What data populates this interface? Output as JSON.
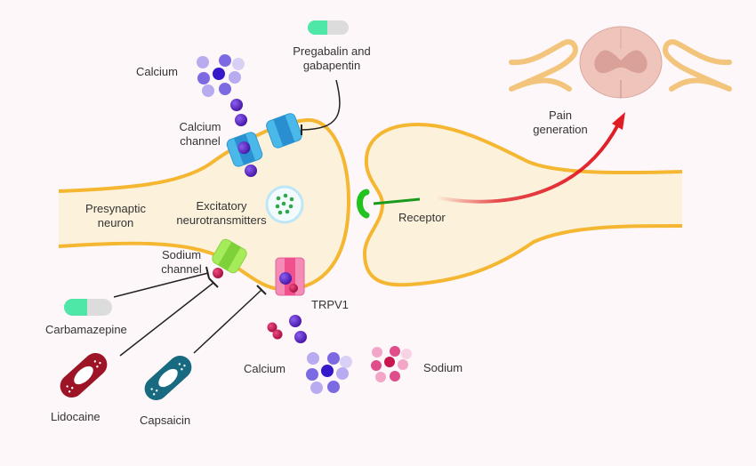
{
  "diagram": {
    "title": "Neuropathic pain mechanisms and drug targets at the synapse",
    "labels": {
      "calcium_top": "Calcium",
      "pregabalin_l1": "Pregabalin and",
      "pregabalin_l2": "gabapentin",
      "calcium_channel_l1": "Calcium",
      "calcium_channel_l2": "channel",
      "presynaptic_l1": "Presynaptic",
      "presynaptic_l2": "neuron",
      "excitatory_l1": "Excitatory",
      "excitatory_l2": "neurotransmitters",
      "receptor": "Receptor",
      "pain_l1": "Pain",
      "pain_l2": "generation",
      "sodium_channel_l1": "Sodium",
      "sodium_channel_l2": "channel",
      "trpv1": "TRPV1",
      "carbamazepine": "Carbamazepine",
      "lidocaine": "Lidocaine",
      "capsaicin": "Capsaicin",
      "calcium_bottom": "Calcium",
      "sodium_bottom": "Sodium"
    },
    "colors": {
      "membrane": "#f5b731",
      "cytoplasm": "#fcf2dc",
      "calcium": "#5b22c4",
      "sodium": "#c8174f",
      "calcium_channel": "#4bb8ea",
      "sodium_channel": "#a6ec5a",
      "trpv1": "#f47aa9",
      "receptor": "#22c21f",
      "pain_arrow": "#e01b24",
      "lidocaine_patch": "#9c1426",
      "capsaicin_patch": "#176a80",
      "pill_green": "#4ee7a8",
      "pill_grey": "#dcdcdc",
      "spinal_cord": "#efc4bb",
      "nerve": "#f3c47c"
    },
    "icons": [
      "pill-icon",
      "pill-icon",
      "patch-icon",
      "patch-icon",
      "spinal-cord-icon",
      "vesicle-icon"
    ]
  }
}
